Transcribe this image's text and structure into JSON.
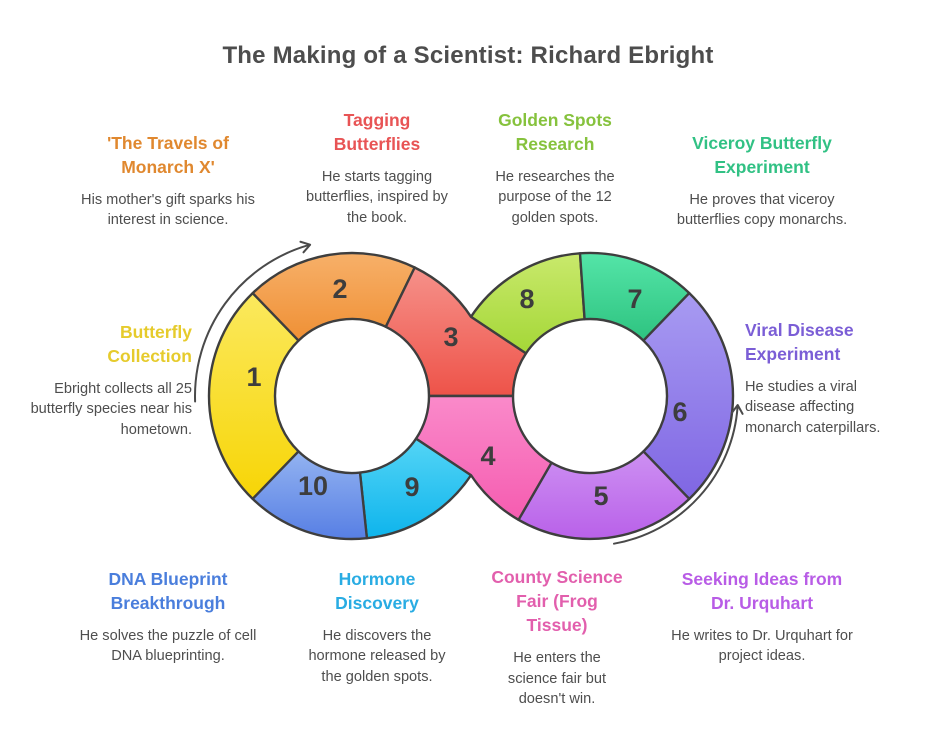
{
  "page": {
    "title": "The Making of a Scientist: Richard Ebright"
  },
  "stages": [
    {
      "number": "1",
      "title": "Butterfly Collection",
      "desc": "Ebright collects all 25 butterfly species near his hometown.",
      "color": "#E6CB2C",
      "color_top": "#FBE95E",
      "color_bottom": "#F7D506"
    },
    {
      "number": "2",
      "title": "'The Travels of Monarch X'",
      "desc": "His mother's gift sparks his interest in science.",
      "color": "#E0882F",
      "color_top": "#F7B069",
      "color_bottom": "#EF9035"
    },
    {
      "number": "3",
      "title": "Tagging Butterflies",
      "desc": "He starts tagging butterflies, inspired by the book.",
      "color": "#E85455",
      "color_top": "#F6918A",
      "color_bottom": "#EE5349"
    },
    {
      "number": "4",
      "title": "County Science Fair (Frog Tissue)",
      "desc": "He enters the science fair but doesn't win.",
      "color": "#E25FAD",
      "color_top": "#FA8ACA",
      "color_bottom": "#F55CB0"
    },
    {
      "number": "5",
      "title": "Seeking Ideas from Dr. Urquhart",
      "desc": "He writes to Dr. Urquhart for project ideas.",
      "color": "#B85CE6",
      "color_top": "#CD90F2",
      "color_bottom": "#B961E9"
    },
    {
      "number": "6",
      "title": "Viral Disease Experiment",
      "desc": "He studies a viral disease affecting monarch caterpillars.",
      "color": "#7B5ED6",
      "color_top": "#A89BF2",
      "color_bottom": "#7F66E3"
    },
    {
      "number": "7",
      "title": "Viceroy Butterfly Experiment",
      "desc": "He proves that viceroy butterflies copy monarchs.",
      "color": "#31C184",
      "color_top": "#54E5A8",
      "color_bottom": "#2EC380"
    },
    {
      "number": "8",
      "title": "Golden Spots Research",
      "desc": "He researches the purpose of the 12 golden spots.",
      "color": "#86C23D",
      "color_top": "#C9E96C",
      "color_bottom": "#A4D737"
    },
    {
      "number": "9",
      "title": "Hormone Discovery",
      "desc": "He discovers the hormone released by the golden spots.",
      "color": "#29ACE3",
      "color_top": "#54D5F6",
      "color_bottom": "#0EB4EC"
    },
    {
      "number": "10",
      "title": "DNA Blueprint Breakthrough",
      "desc": "He solves the puzzle of cell DNA blueprinting.",
      "color": "#4A7EDC",
      "color_top": "#93B3F1",
      "color_bottom": "#577FE4"
    }
  ],
  "icons": {
    "left_arrow": "clockwise-flow-arrow",
    "right_arrow": "counterclockwise-flow-arrow"
  },
  "theme": {
    "title_color": "#4D4D4D",
    "description_color": "#4E4E4E",
    "number_color": "#3D3D3D",
    "segment_outline": "#3E3E3E",
    "background": "#FFFFFF"
  }
}
